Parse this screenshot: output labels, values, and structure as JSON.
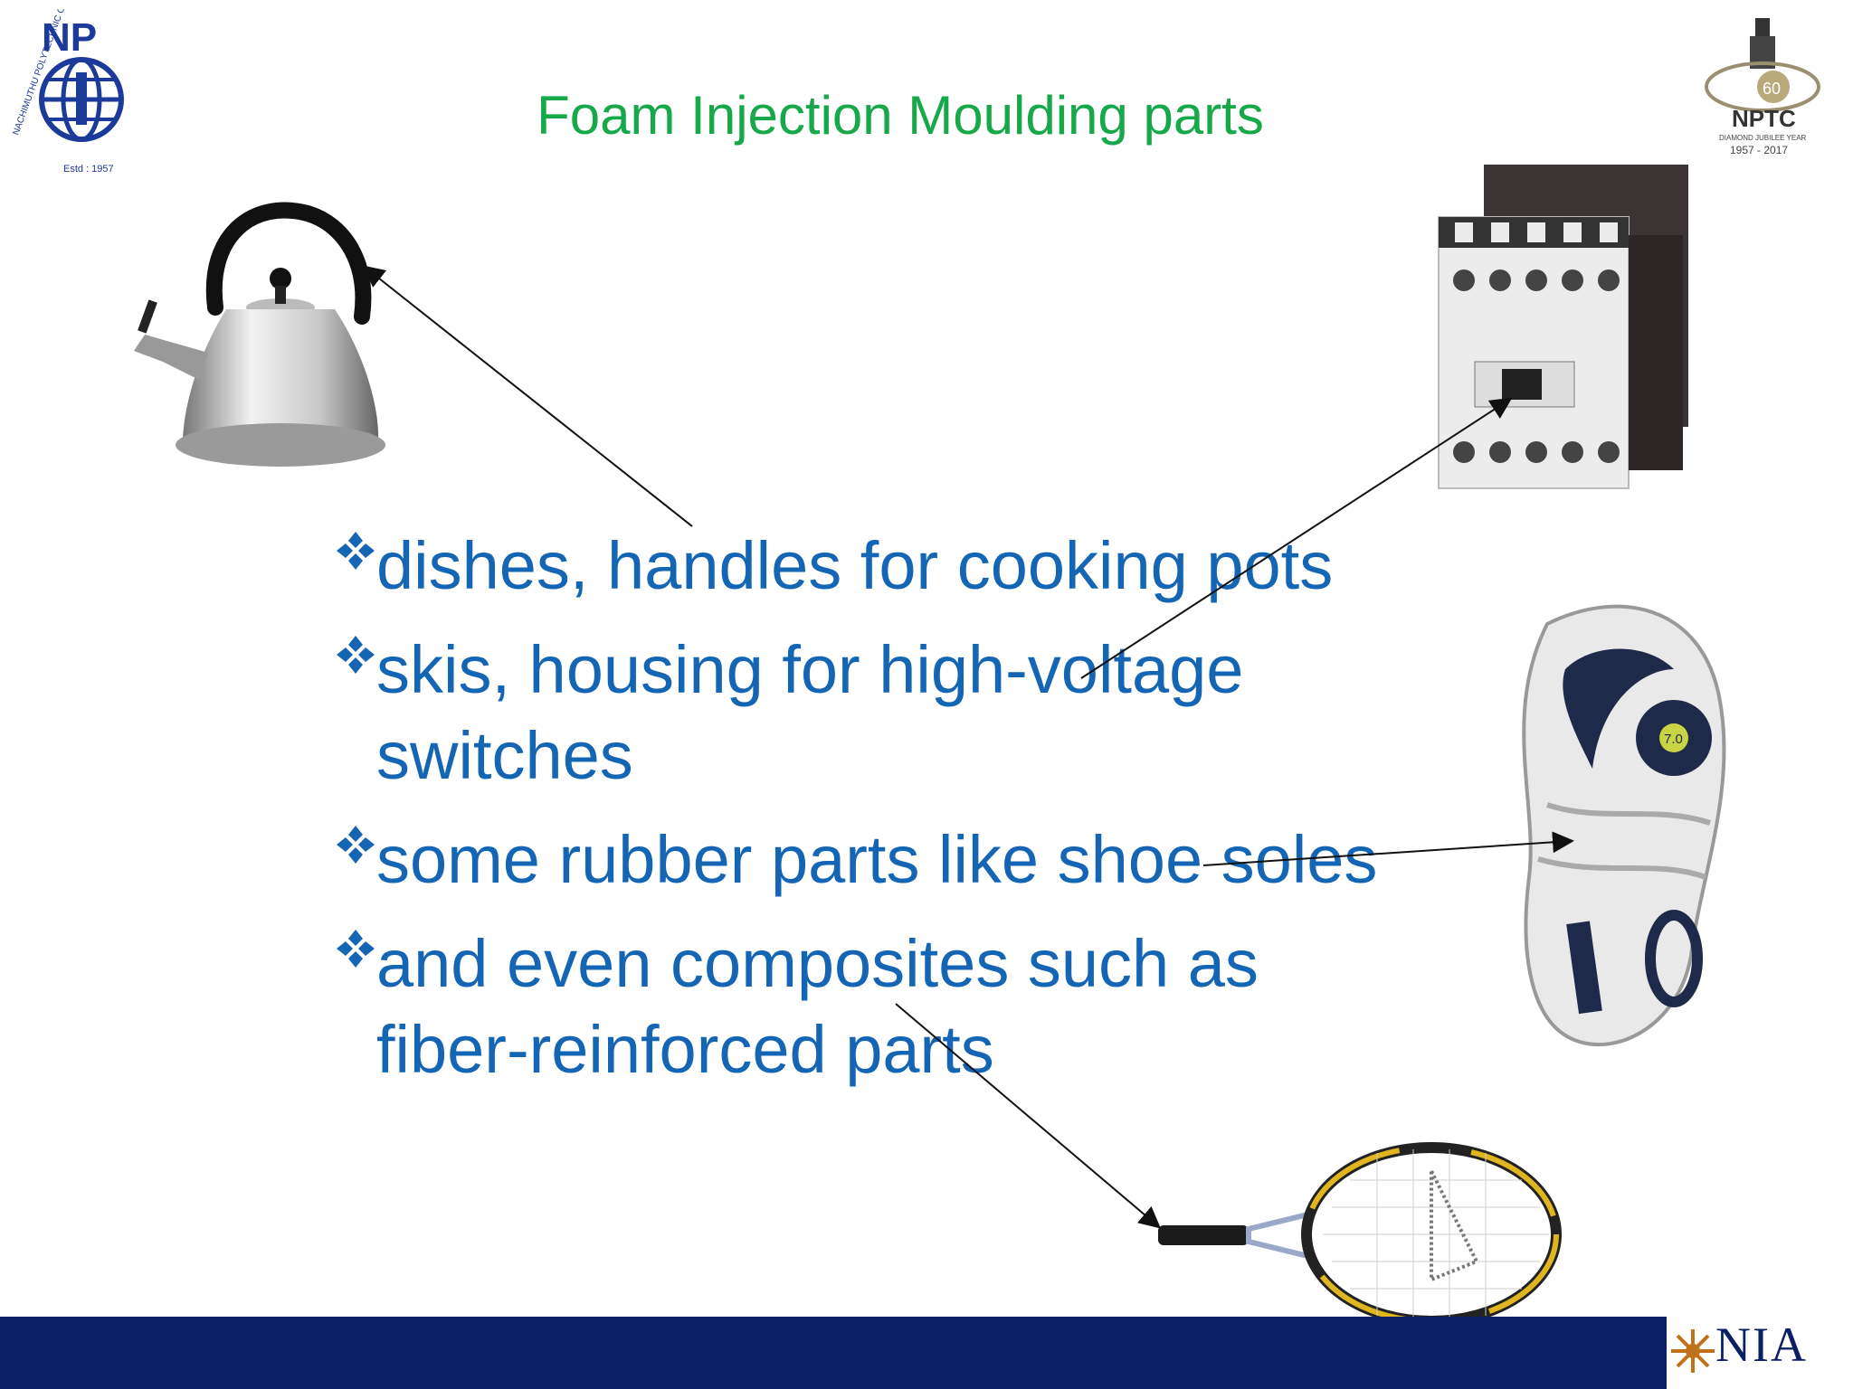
{
  "slide": {
    "title": "Foam Injection Moulding parts",
    "bullets": [
      "dishes, handles for cooking pots",
      "skis, housing for high-voltage switches",
      "some rubber parts like shoe soles",
      "and even composites such as fiber-reinforced parts"
    ]
  },
  "logos": {
    "left_logo_text": "NP",
    "left_logo_ring_text": "NACHIMUTHU POLYTECHNIC COLLEGE POLLACHI",
    "left_logo_estd": "Estd : 1957",
    "right_logo_number": "60",
    "right_logo_text": "NPTC",
    "right_logo_subtext": "DIAMOND JUBILEE YEAR",
    "right_logo_years": "1957 - 2017",
    "footer_logo_text": "NIA"
  },
  "images": {
    "shoe_label": "7.0"
  },
  "colors": {
    "title": "#17a84a",
    "bullet_text": "#1565b5",
    "footer_band": "#0a1f66"
  }
}
